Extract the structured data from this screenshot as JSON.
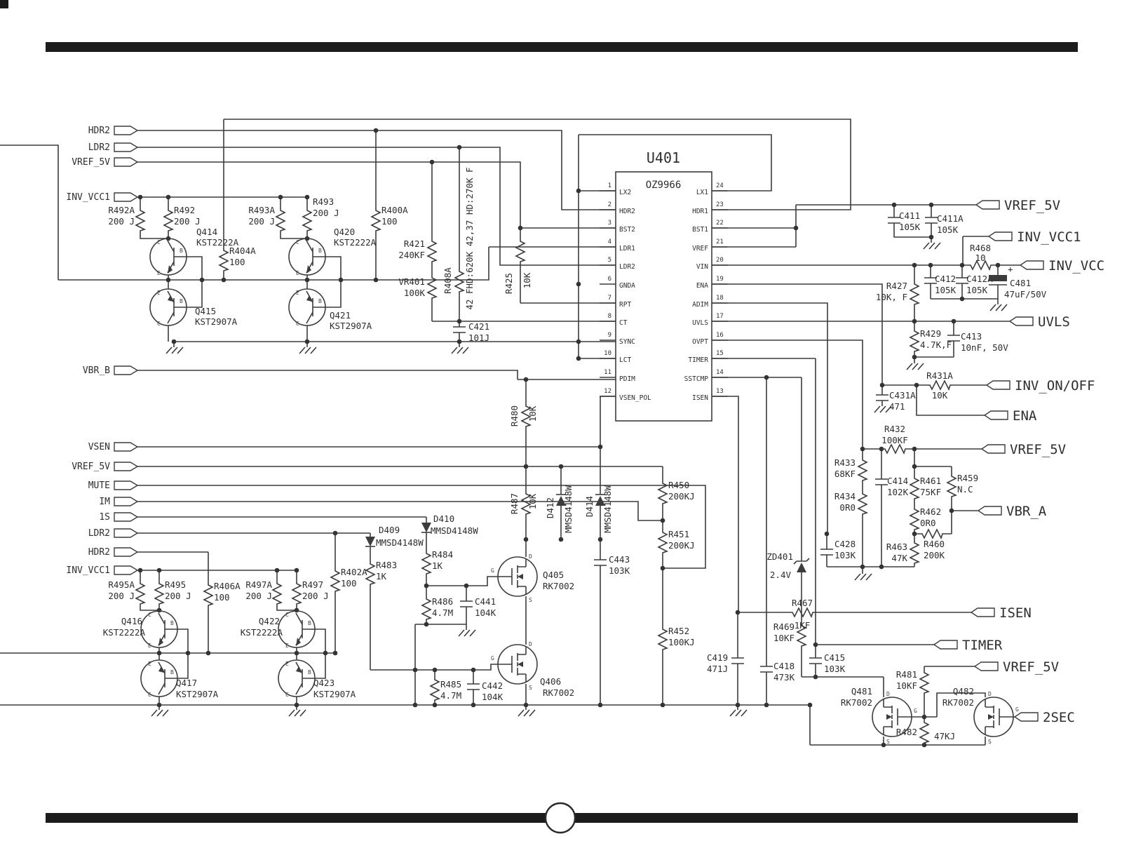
{
  "ic": {
    "ref": "U401",
    "part": "OZ9966",
    "left": [
      {
        "n": "1",
        "name": "LX2"
      },
      {
        "n": "2",
        "name": "HDR2"
      },
      {
        "n": "3",
        "name": "BST2"
      },
      {
        "n": "4",
        "name": "LDR1"
      },
      {
        "n": "5",
        "name": "LDR2"
      },
      {
        "n": "6",
        "name": "GNDA"
      },
      {
        "n": "7",
        "name": "RPT"
      },
      {
        "n": "8",
        "name": "CT"
      },
      {
        "n": "9",
        "name": "SYNC"
      },
      {
        "n": "10",
        "name": "LCT"
      },
      {
        "n": "11",
        "name": "PDIM"
      },
      {
        "n": "12",
        "name": "VSEN_POL"
      }
    ],
    "right": [
      {
        "n": "24",
        "name": "LX1"
      },
      {
        "n": "23",
        "name": "HDR1"
      },
      {
        "n": "22",
        "name": "BST1"
      },
      {
        "n": "21",
        "name": "VREF"
      },
      {
        "n": "20",
        "name": "VIN"
      },
      {
        "n": "19",
        "name": "ENA"
      },
      {
        "n": "18",
        "name": "ADIM"
      },
      {
        "n": "17",
        "name": "UVLS"
      },
      {
        "n": "16",
        "name": "OVPT"
      },
      {
        "n": "15",
        "name": "TIMER"
      },
      {
        "n": "14",
        "name": "SSTCMP"
      },
      {
        "n": "13",
        "name": "ISEN"
      }
    ]
  },
  "t": {
    "left_top": [
      "HDR2",
      "LDR2",
      "VREF_5V",
      "INV_VCC1"
    ],
    "vbr_b": "VBR_B",
    "left_bot": [
      "VSEN",
      "VREF_5V",
      "MUTE",
      "IM",
      "1S",
      "LDR2",
      "HDR2",
      "INV_VCC1"
    ],
    "right": [
      "VREF_5V",
      "INV_VCC1",
      "INV_VCC",
      "UVLS",
      "INV_ON/OFF",
      "ENA",
      "VREF_5V",
      "VBR_A",
      "ISEN",
      "TIMER",
      "VREF_5V",
      "2SEC"
    ]
  },
  "pl": {
    "c": "C",
    "b": "B",
    "e": "E",
    "d": "D",
    "g": "G",
    "s": "S"
  },
  "c": {
    "R492A": {
      "r": "R492A",
      "v": "200 J"
    },
    "R492": {
      "r": "R492",
      "v": "200 J"
    },
    "Q414": {
      "r": "Q414",
      "v": "KST2222A"
    },
    "Q415": {
      "r": "Q415",
      "v": "KST2907A"
    },
    "R404A": {
      "r": "R404A",
      "v": "100"
    },
    "R493A": {
      "r": "R493A",
      "v": "200 J"
    },
    "R493": {
      "r": "R493",
      "v": "200 J"
    },
    "Q420": {
      "r": "Q420",
      "v": "KST2222A"
    },
    "Q421": {
      "r": "Q421",
      "v": "KST2907A"
    },
    "R400A": {
      "r": "R400A",
      "v": "100"
    },
    "R421": {
      "r": "R421",
      "v": "240KF"
    },
    "VR401": {
      "r": "VR401",
      "v": "100K"
    },
    "R408A": {
      "r": "R408A",
      "v": "42 FHD:620K 42,37 HD:270K F"
    },
    "R425": {
      "r": "R425",
      "v": "10K"
    },
    "C421": {
      "r": "C421",
      "v": "101J"
    },
    "R480": {
      "r": "R480",
      "v": "10K"
    },
    "R487": {
      "r": "R487",
      "v": "10K"
    },
    "D412": {
      "r": "D412",
      "v": "MMSD4148W"
    },
    "D414": {
      "r": "D414",
      "v": "MMSD4148W"
    },
    "C443": {
      "r": "C443",
      "v": "103K"
    },
    "R450": {
      "r": "R450",
      "v": "200KJ"
    },
    "R451": {
      "r": "R451",
      "v": "200KJ"
    },
    "R452": {
      "r": "R452",
      "v": "100KJ"
    },
    "R495A": {
      "r": "R495A",
      "v": "200 J"
    },
    "R495": {
      "r": "R495",
      "v": "200 J"
    },
    "R406A": {
      "r": "R406A",
      "v": "100"
    },
    "R497A": {
      "r": "R497A",
      "v": "200 J"
    },
    "R497": {
      "r": "R497",
      "v": "200 J"
    },
    "R402A": {
      "r": "R402A",
      "v": "100"
    },
    "Q416": {
      "r": "Q416",
      "v": "KST2222A"
    },
    "Q417": {
      "r": "Q417",
      "v": "KST2907A"
    },
    "Q422": {
      "r": "Q422",
      "v": "KST2222A"
    },
    "Q423": {
      "r": "Q423",
      "v": "KST2907A"
    },
    "D409": {
      "r": "D409",
      "v": "MMSD4148W"
    },
    "D410": {
      "r": "D410",
      "v": "MMSD4148W"
    },
    "R483": {
      "r": "R483",
      "v": "1K"
    },
    "R484": {
      "r": "R484",
      "v": "1K"
    },
    "R486": {
      "r": "R486",
      "v": "4.7M"
    },
    "R485": {
      "r": "R485",
      "v": "4.7M"
    },
    "C441": {
      "r": "C441",
      "v": "104K"
    },
    "C442": {
      "r": "C442",
      "v": "104K"
    },
    "Q405": {
      "r": "Q405",
      "v": "RK7002"
    },
    "Q406": {
      "r": "Q406",
      "v": "RK7002"
    },
    "C419": {
      "r": "C419",
      "v": "471J"
    },
    "C418": {
      "r": "C418",
      "v": "473K"
    },
    "ZD401": {
      "r": "ZD401",
      "v": "2.4V"
    },
    "R469": {
      "r": "R469",
      "v": "10KF"
    },
    "C415": {
      "r": "C415",
      "v": "103K"
    },
    "R467": {
      "r": "R467",
      "v": "1KF"
    },
    "C411": {
      "r": "C411",
      "v": "105K"
    },
    "C411A": {
      "r": "C411A",
      "v": "105K"
    },
    "R468": {
      "r": "R468",
      "v": "10"
    },
    "C412": {
      "r": "C412",
      "v": "105K"
    },
    "C412A": {
      "r": "C412A",
      "v": "105K"
    },
    "C481": {
      "r": "C481",
      "v": "47uF/50V",
      "plus": "+"
    },
    "R427": {
      "r": "R427",
      "v": "10K, F"
    },
    "R429": {
      "r": "R429",
      "v": "4.7K,F"
    },
    "C413": {
      "r": "C413",
      "v": "10nF, 50V"
    },
    "C431A": {
      "r": "C431A",
      "v": "471"
    },
    "R431A": {
      "r": "R431A",
      "v": "10K"
    },
    "R432": {
      "r": "R432",
      "v": "100KF"
    },
    "R433": {
      "r": "R433",
      "v": "68KF"
    },
    "R434": {
      "r": "R434",
      "v": "0R0"
    },
    "C414": {
      "r": "C414",
      "v": "102K"
    },
    "R461": {
      "r": "R461",
      "v": "75KF"
    },
    "R462": {
      "r": "R462",
      "v": "0R0"
    },
    "R459": {
      "r": "R459",
      "v": "N.C"
    },
    "R460": {
      "r": "R460",
      "v": "200K"
    },
    "R463": {
      "r": "R463",
      "v": "47K"
    },
    "C428": {
      "r": "C428",
      "v": "103K"
    },
    "R481": {
      "r": "R481",
      "v": "10KF"
    },
    "R482": {
      "r": "R482",
      "v": "47KJ"
    },
    "Q481": {
      "r": "Q481",
      "v": "RK7002"
    },
    "Q482": {
      "r": "Q482",
      "v": "RK7002"
    }
  }
}
